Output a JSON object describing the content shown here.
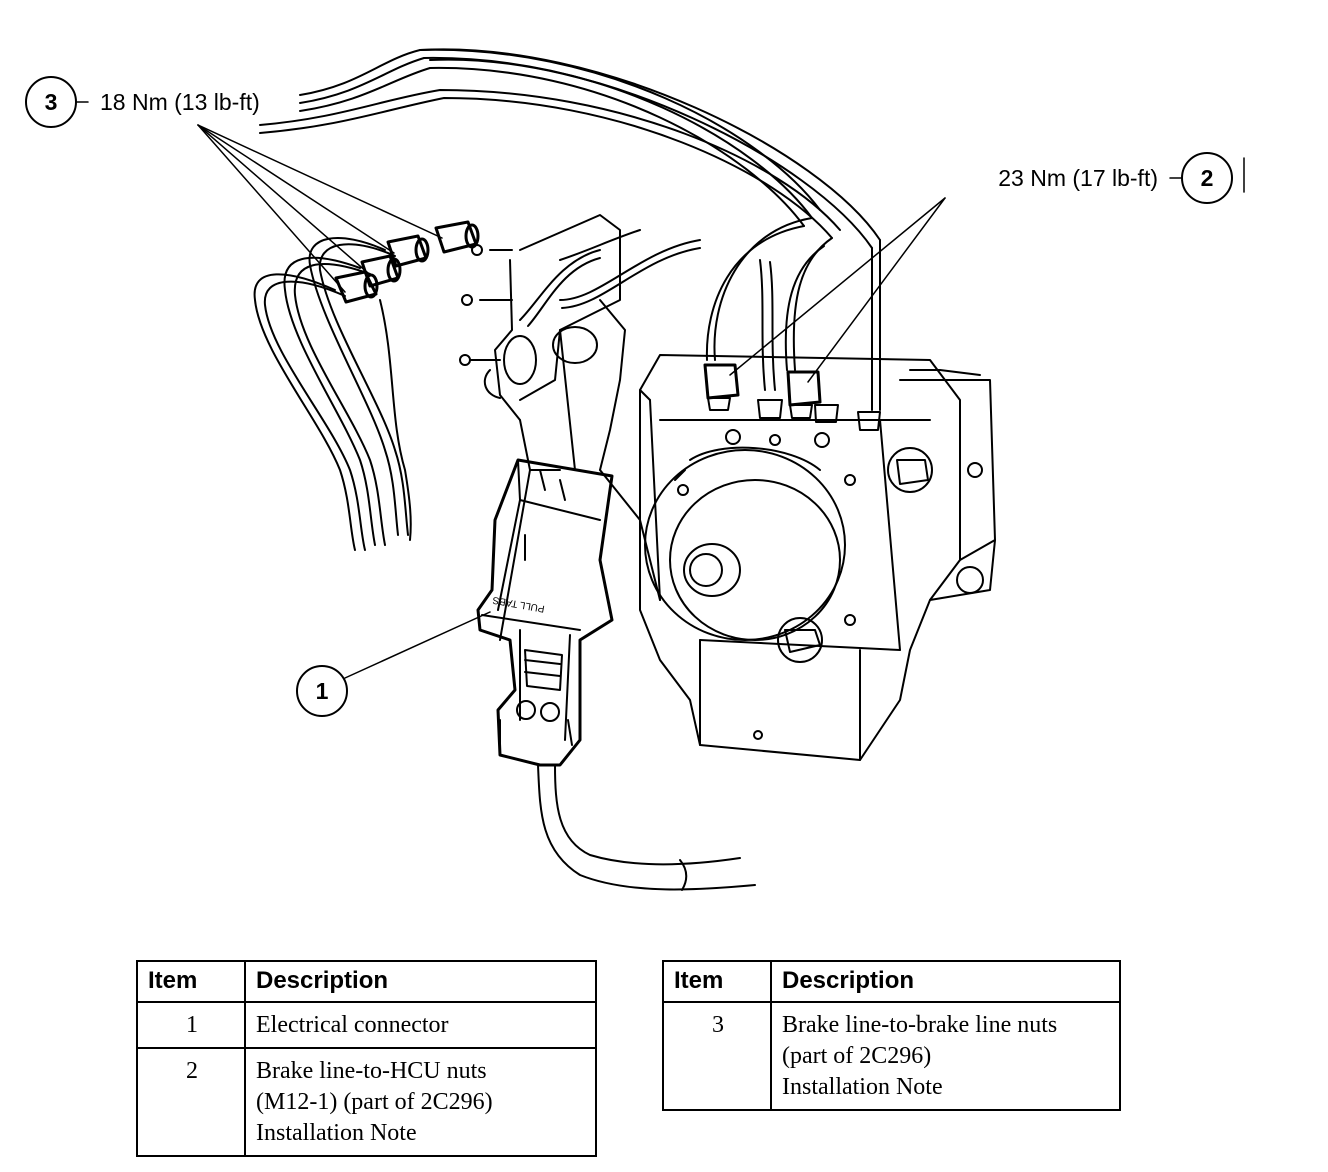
{
  "callouts": [
    {
      "number": "1",
      "torque": ""
    },
    {
      "number": "2",
      "torque": "23 Nm (17 lb-ft)"
    },
    {
      "number": "3",
      "torque": "18 Nm (13 lb-ft)"
    }
  ],
  "connector_label": "PULL TABS",
  "tables": [
    {
      "headers": [
        "Item",
        "Description"
      ],
      "rows": [
        {
          "item": "1",
          "description": [
            "Electrical connector"
          ]
        },
        {
          "item": "2",
          "description": [
            "Brake line-to-HCU nuts",
            "(M12-1) (part of 2C296)",
            "Installation Note"
          ]
        }
      ]
    },
    {
      "headers": [
        "Item",
        "Description"
      ],
      "rows": [
        {
          "item": "3",
          "description": [
            "Brake line-to-brake line nuts",
            "(part of 2C296)",
            "Installation Note"
          ]
        }
      ]
    }
  ]
}
